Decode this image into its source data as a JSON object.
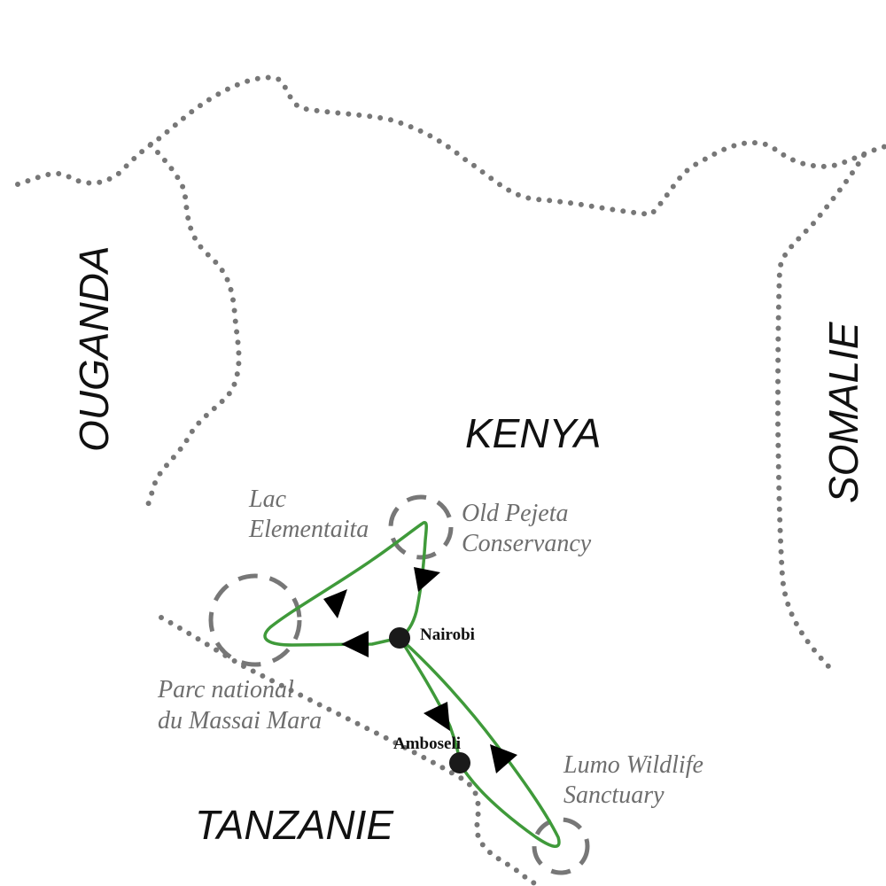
{
  "countries": {
    "kenya": "KENYA",
    "uganda": "OUGANDA",
    "somalia": "SOMALIE",
    "tanzania": "TANZANIE"
  },
  "cities": {
    "nairobi": "Nairobi",
    "amboseli": "Amboseli"
  },
  "parks": {
    "elementaita": [
      "Lac",
      "Elementaita"
    ],
    "old_pejeta": [
      "Old Pejeta",
      "Conservancy"
    ],
    "massai_mara": [
      "Parc national",
      "du Massai Mara"
    ],
    "lumo": [
      "Lumo Wildlife",
      "Sanctuary"
    ]
  },
  "colors": {
    "route": "#3f9a3a",
    "border": "#777777",
    "label_gray": "#6e6e6e"
  }
}
